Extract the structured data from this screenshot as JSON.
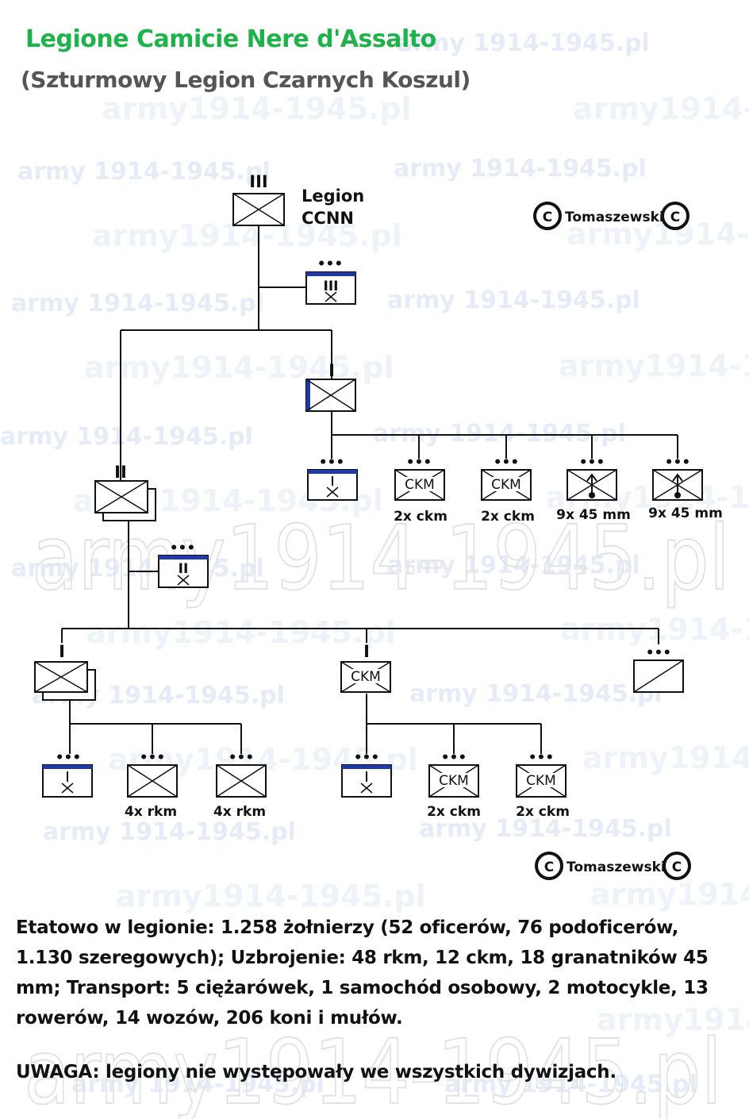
{
  "title": "Legione Camicie Nere d'Assalto",
  "subtitle": "(Szturmowy Legion Czarnych Koszul)",
  "watermark": {
    "small": "army 1914-1945.pl",
    "medium": "army1914-1945.pl",
    "large": "army1914-1945.pl"
  },
  "legion_label": {
    "line1": "Legion",
    "line2": "CCNN"
  },
  "copyright": {
    "top": {
      "text": "Tomaszewski",
      "symbol": "C"
    },
    "bottom": {
      "text": "Tomaszewski",
      "symbol": "C"
    }
  },
  "markers": {
    "regiment": "III",
    "battalion": "II",
    "company": "I",
    "section": "•••"
  },
  "box_texts": {
    "ckm": "CKM"
  },
  "captions": {
    "sq_ckm_1": "2x ckm",
    "sq_ckm_2": "2x ckm",
    "sq_mortar_1": "9x 45 mm",
    "sq_mortar_2": "9x 45 mm",
    "sq_rkm_1": "4x rkm",
    "sq_rkm_2": "4x rkm",
    "sq_ckm_3": "2x ckm",
    "sq_ckm_4": "2x ckm"
  },
  "description": "Etatowo w legionie: 1.258 żołnierzy (52 oficerów, 76 podoficerów, 1.130 szeregowych); Uzbrojenie: 48 rkm, 12 ckm, 18 granatników 45 mm; Transport: 5 ciężarówek, 1 samochód osobowy, 2 motocykle, 13 rowerów, 14 wozów, 206 koni i mułów.",
  "note": "UWAGA: legiony nie występowały we wszystkich dywizjach.",
  "colors": {
    "title": "#1db34a",
    "hq_stripe": "#1f3aa6",
    "line": "#111111",
    "text": "#111111"
  }
}
